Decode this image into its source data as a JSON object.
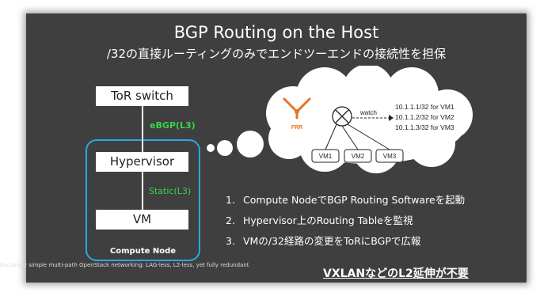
{
  "slide": {
    "title": "BGP Routing on the Host",
    "subtitle": "/32の直接ルーティングのみでエンドツーエンドの接続性を担保",
    "footer": "Excitingly simple multi-path OpenStack networking: LAG-less, L2-less, yet fully redundant"
  },
  "diagram": {
    "tor_switch": "ToR switch",
    "ebgp_label": "eBGP(L3)",
    "hypervisor": "Hypervisor",
    "static_label": "Static(L3)",
    "vm": "VM",
    "compute_node": "Compute Node"
  },
  "cloud": {
    "frr_label": "FRR",
    "watch_label": "watch",
    "routes": [
      "10.1.1.1/32 for VM1",
      "10.1.1.2/32 for VM2",
      "10.1.1.3/32 for VM3"
    ],
    "vms": [
      "VM1",
      "VM2",
      "VM3"
    ]
  },
  "steps": [
    {
      "num": "1.",
      "text": "Compute NodeでBGP Routing Softwareを起動"
    },
    {
      "num": "2.",
      "text": "Hypervisor上のRouting Tableを監視"
    },
    {
      "num": "3.",
      "text": "VMの/32経路の変更をToRにBGPで広報"
    }
  ],
  "conclusion": "VXLANなどのL2延伸が不要",
  "colors": {
    "accent_green": "#36d64b",
    "node_border": "#2aa8e0",
    "slide_bg": "#3f3f3f",
    "frr_orange": "#e8732a"
  }
}
